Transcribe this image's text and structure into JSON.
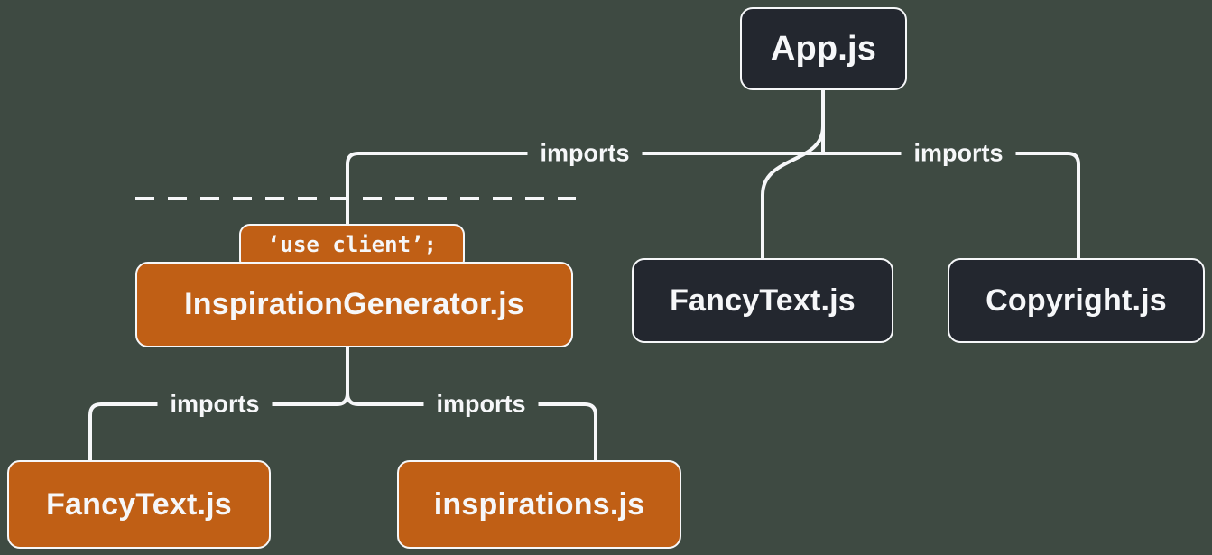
{
  "diagram": {
    "title": "React module dependency tree with 'use client' boundary",
    "nodes": {
      "app": {
        "label": "App.js",
        "type": "server"
      },
      "inspiration_generator": {
        "label": "InspirationGenerator.js",
        "directive": "‘use client’;",
        "type": "client"
      },
      "fancy_text_top": {
        "label": "FancyText.js",
        "type": "server"
      },
      "copyright": {
        "label": "Copyright.js",
        "type": "server"
      },
      "fancy_text_bottom": {
        "label": "FancyText.js",
        "type": "client"
      },
      "inspirations": {
        "label": "inspirations.js",
        "type": "client"
      }
    },
    "edges": {
      "app_to_inspiration_generator": {
        "label": "imports"
      },
      "app_to_fancy_text": {
        "label": ""
      },
      "app_to_copyright": {
        "label": "imports"
      },
      "inspiration_generator_to_fancy_text": {
        "label": "imports"
      },
      "inspiration_generator_to_inspirations": {
        "label": "imports"
      }
    },
    "colors": {
      "background": "#3e4a42",
      "server_node_fill": "#23272f",
      "client_node_fill": "#c05f15",
      "line": "#f6f7f9",
      "text": "#f6f7f9"
    }
  }
}
